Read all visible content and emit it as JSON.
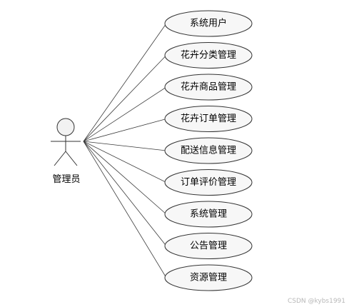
{
  "actor": {
    "label": "管理员"
  },
  "use_cases": [
    {
      "label": "系统用户"
    },
    {
      "label": "花卉分类管理"
    },
    {
      "label": "花卉商品管理"
    },
    {
      "label": "花卉订单管理"
    },
    {
      "label": "配送信息管理"
    },
    {
      "label": "订单评价管理"
    },
    {
      "label": "系统管理"
    },
    {
      "label": "公告管理"
    },
    {
      "label": "资源管理"
    }
  ],
  "watermark": "CSDN @kybs1991",
  "colors": {
    "stroke": "#333333",
    "ellipse_fill": "#f7f7f7",
    "head_fill": "#f2f2f2",
    "watermark": "#b8b8b8"
  }
}
